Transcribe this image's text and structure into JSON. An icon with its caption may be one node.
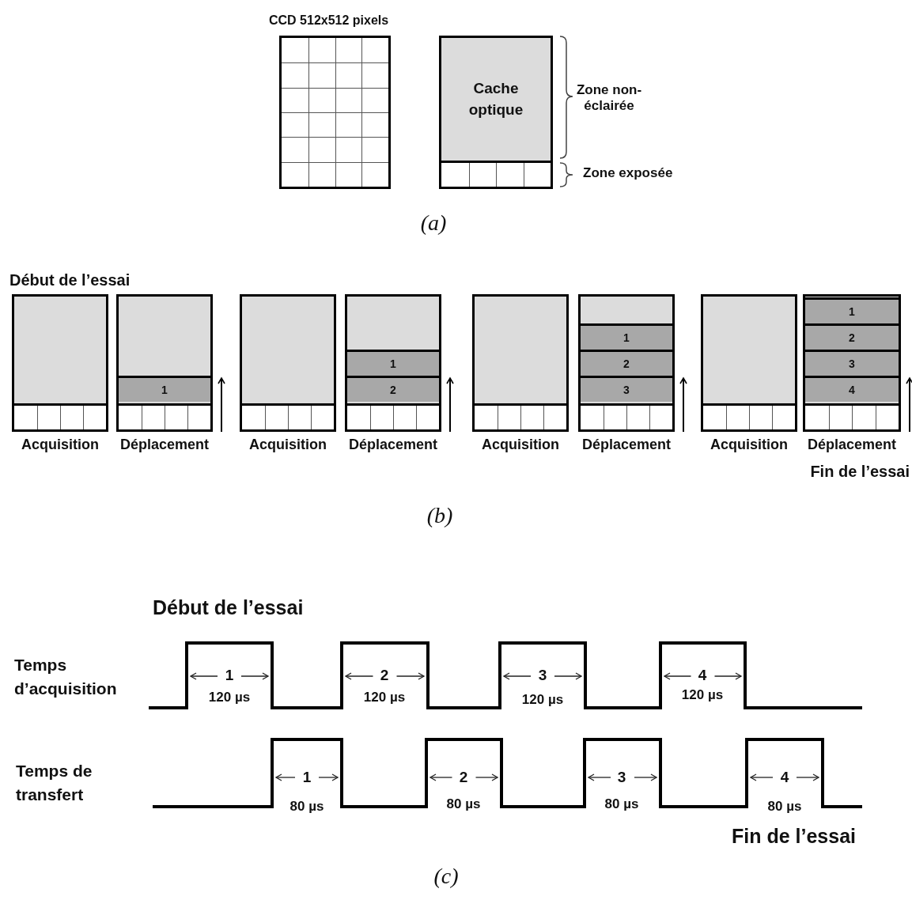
{
  "diagram": {
    "nodes": [
      {
        "text": [],
        "shape": "box",
        "beside": [
          "CCD 512x512 pixels"
        ]
      },
      {
        "text": [],
        "shape": "box"
      },
      {
        "text": [
          "Cache optique"
        ],
        "in": 1
      },
      {
        "text": [],
        "shape": "box",
        "beside": [
          "Acquisition"
        ]
      },
      {
        "text": [],
        "shape": "box",
        "beside": [
          "Déplacement"
        ]
      },
      {
        "text": [
          "1"
        ],
        "in": 4
      },
      {
        "text": [],
        "shape": "box",
        "beside": [
          "Acquisition"
        ]
      },
      {
        "text": [],
        "shape": "box",
        "beside": [
          "Déplacement"
        ]
      },
      {
        "text": [
          "1"
        ],
        "in": 7
      },
      {
        "text": [
          "2"
        ],
        "in": 7
      },
      {
        "text": [],
        "shape": "box",
        "beside": [
          "Acquisition"
        ]
      },
      {
        "text": [],
        "shape": "box",
        "beside": [
          "Déplacement"
        ]
      },
      {
        "text": [
          "1"
        ],
        "in": 11
      },
      {
        "text": [
          "2"
        ],
        "in": 11
      },
      {
        "text": [
          "3"
        ],
        "in": 11
      },
      {
        "text": [],
        "shape": "box",
        "beside": [
          "Acquisition"
        ]
      },
      {
        "text": [],
        "shape": "box",
        "beside": [
          "Déplacement"
        ]
      },
      {
        "text": [
          "1"
        ],
        "in": 16
      },
      {
        "text": [
          "2"
        ],
        "in": 16
      },
      {
        "text": [
          "3"
        ],
        "in": 16
      },
      {
        "text": [
          "4"
        ],
        "in": 16
      }
    ],
    "labels": [
      "Zone non-éclairée",
      "Zone exposée",
      "(a)",
      "Début de l’essai",
      "Fin de l’essai",
      "(b)",
      "Début de l’essai",
      "Temps d’acquisition",
      "1",
      "120 µs",
      "2",
      "120 µs",
      "3",
      "120 µs",
      "4",
      "120 µs",
      "Temps de transfert",
      "1",
      "80 µs",
      "2",
      "80 µs",
      "3",
      "80 µs",
      "4",
      "80 µs",
      "Fin de l’essai",
      "(c)"
    ]
  }
}
